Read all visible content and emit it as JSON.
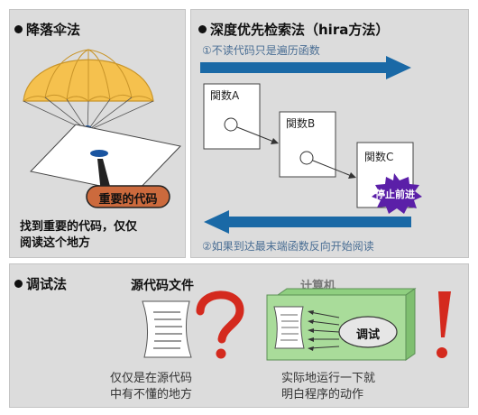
{
  "parachute": {
    "title": "降落伞法",
    "callout": "重要的代码",
    "caption_line1": "找到重要的代码，仅仅",
    "caption_line2": "阅读这个地方"
  },
  "dfs": {
    "title": "深度优先检索法（hira方法）",
    "step1": "①不读代码只是遍历函数",
    "step2": "②如果到达最末端函数反向开始阅读",
    "func_a": "関数A",
    "func_b": "関数B",
    "func_c": "関数C",
    "stop": "停止前进"
  },
  "debug": {
    "title": "调试法",
    "source_file": "源代码文件",
    "computer": "计算机",
    "debugger": "调试",
    "left_caption_line1": "仅仅是在源代码",
    "left_caption_line2": "中有不懂的地方",
    "right_caption_line1": "实际地运行一下就",
    "right_caption_line2": "明白程序的动作"
  },
  "colors": {
    "panel": "#dcdcdc",
    "arrow": "#1a69a6",
    "callout": "#cc6a3d",
    "question": "#d42a1e",
    "computer": "#a9dc9a",
    "stop": "#5b1fa8"
  }
}
